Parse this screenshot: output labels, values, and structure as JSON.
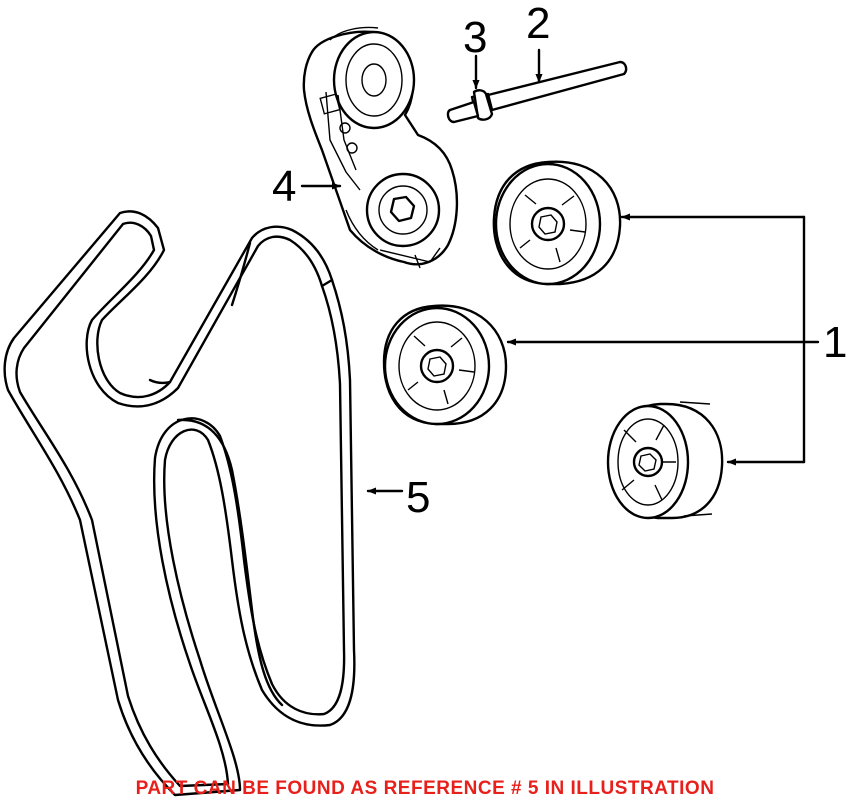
{
  "callouts": {
    "one": "1",
    "two": "2",
    "three": "3",
    "four": "4",
    "five": "5"
  },
  "footer": {
    "note": "PART CAN BE FOUND AS REFERENCE # 5 IN ILLUSTRATION"
  },
  "colors": {
    "line": "#000000",
    "background": "#ffffff",
    "note": "#e8201c"
  },
  "icons": {
    "arrowhead": "filled-triangle-arrow"
  }
}
